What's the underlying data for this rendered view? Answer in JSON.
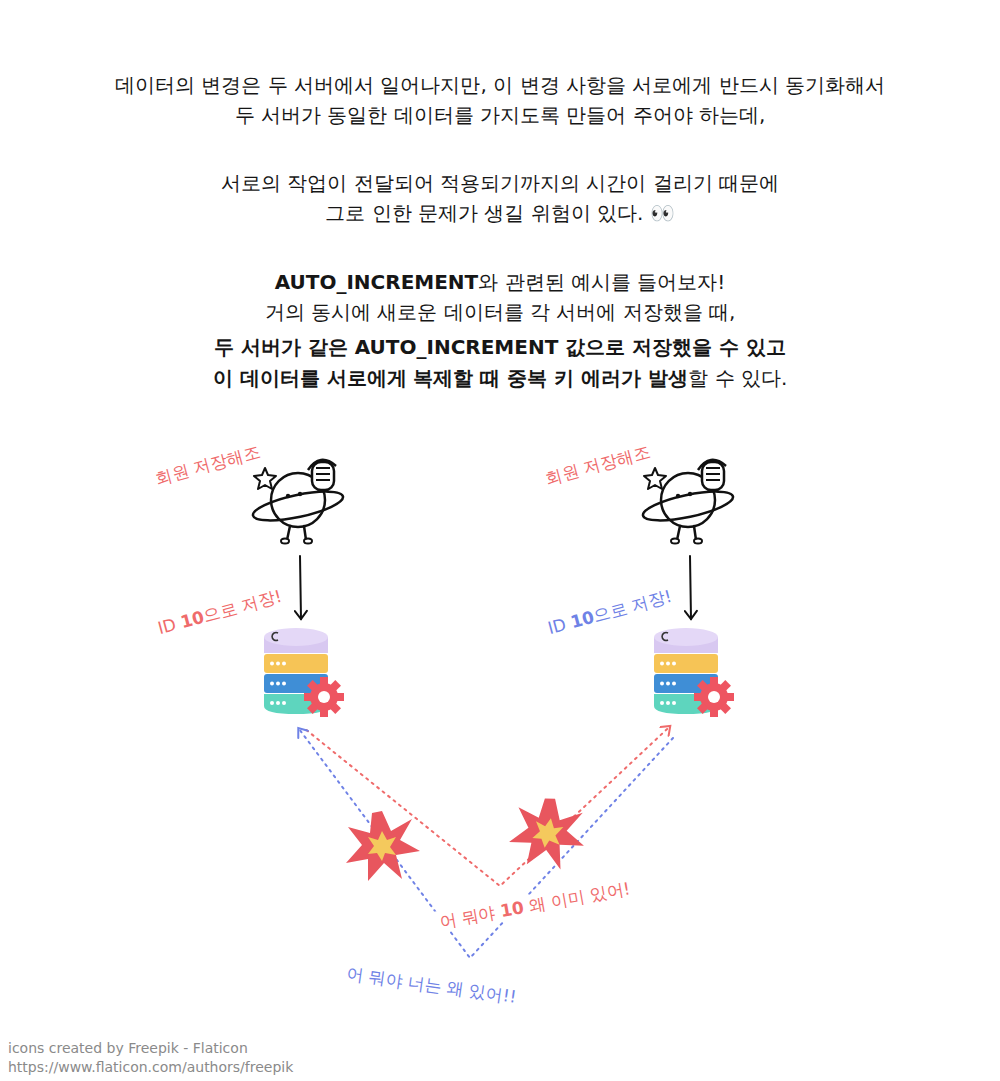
{
  "diagram": {
    "nodes": [
      {
        "text": [
          "회원 저장해조"
        ]
      },
      {
        "text": [
          "ID 10으로 저장!"
        ]
      },
      {
        "text": [
          "회원 저장해조"
        ]
      },
      {
        "text": [
          "ID 10으로 저장!"
        ]
      }
    ],
    "edges": [
      {
        "from": 0,
        "to": 1,
        "arrow": "to"
      },
      {
        "from": 2,
        "to": 3,
        "arrow": "to"
      },
      {
        "from": 1,
        "to": 3,
        "arrow": "to",
        "label": "어 뭐야 10 왜 이미 있어!"
      },
      {
        "from": 3,
        "to": 1,
        "arrow": "to",
        "label": "어 뭐야 너는 왜 있어!!"
      }
    ],
    "labels": [
      "데이터의 변경은 두 서버에서 일어나지만, 이 변경 사항을 서로에게 반드시 동기화해서",
      "두 서버가 동일한 데이터를 가지도록 만들어 주어야 하는데,",
      "서로의 작업이 전달되어 적용되기까지의 시간이 걸리기 때문에",
      "그로 인한 문제가 생길 위험이 있다. 👀",
      "AUTO_INCREMENT와 관련된 예시를 들어보자!",
      "거의 동시에 새로운 데이터를 각 서버에 저장했을 때,",
      "두 서버가 같은 AUTO_INCREMENT 값으로 저장했을 수 있고",
      "이 데이터를 서로에게 복제할 때 중복 키 에러가 발생할 수 있다.",
      "icons created by Freepik - Flaticon",
      "https://www.flaticon.com/authors/freepik"
    ]
  }
}
